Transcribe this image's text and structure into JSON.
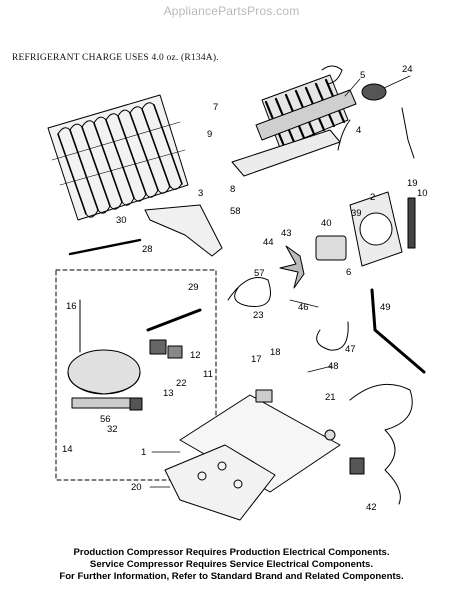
{
  "watermark": "AppliancePartsPros.com",
  "charge_note": "REFRIGERANT CHARGE USES 4.0 oz. (R134A).",
  "footer": [
    "Production Compressor Requires Production Electrical Components.",
    "Service Compressor Requires Service Electrical Components.",
    "For Further Information, Refer to Standard Brand and Related Components."
  ],
  "callouts": {
    "c1": "1",
    "c2": "2",
    "c3": "3",
    "c4": "4",
    "c5": "5",
    "c6": "6",
    "c7": "7",
    "c8": "8",
    "c9": "9",
    "c10": "10",
    "c11": "11",
    "c12": "12",
    "c13": "13",
    "c14": "14",
    "c16": "16",
    "c17": "17",
    "c18": "18",
    "c19": "19",
    "c20": "20",
    "c21": "21",
    "c22": "22",
    "c23": "23",
    "c24": "24",
    "c28": "28",
    "c29": "29",
    "c30": "30",
    "c32": "32",
    "c39": "39",
    "c40": "40",
    "c42": "42",
    "c43": "43",
    "c44": "44",
    "c46": "46",
    "c47": "47",
    "c48": "48",
    "c49": "49",
    "c56": "56",
    "c57": "57",
    "c58": "58"
  }
}
